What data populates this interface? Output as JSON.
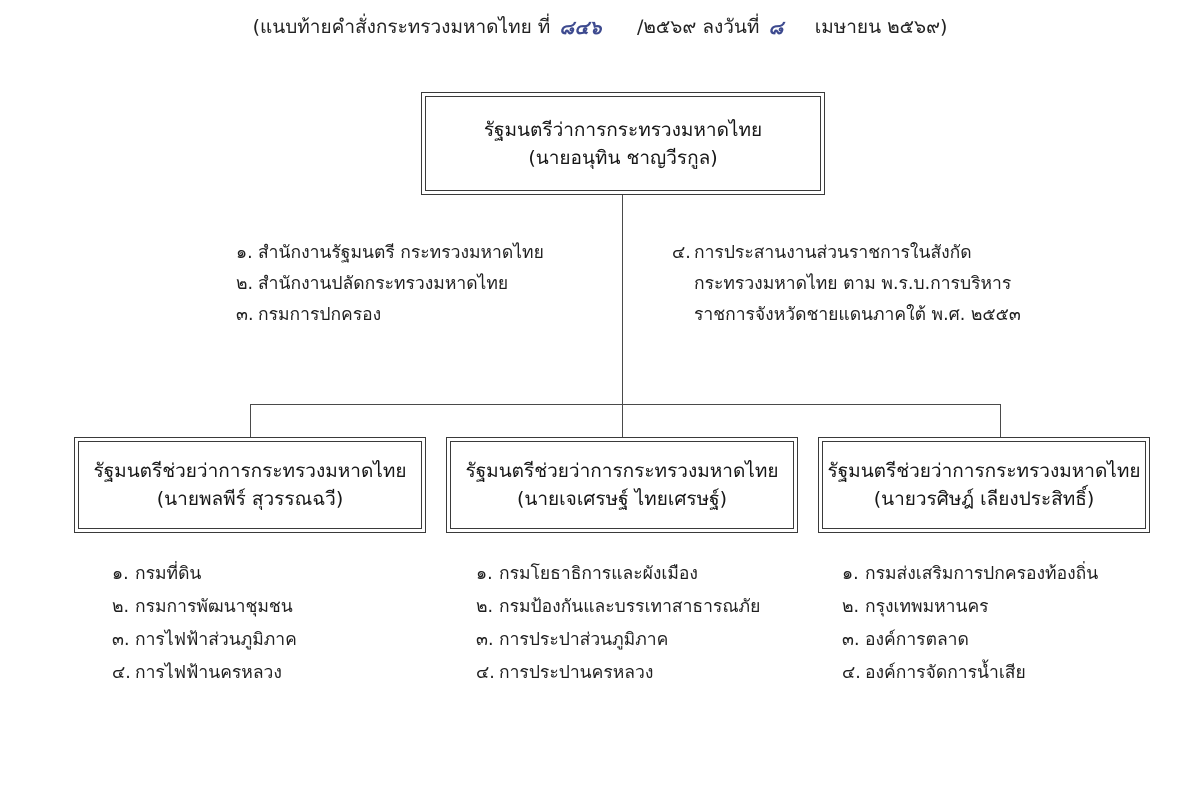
{
  "document": {
    "header": {
      "prefix": "(แนบท้ายคำสั่งกระทรวงมหาดไทย ที่",
      "order_number": "๘๔๖",
      "year_separator": "/๒๕๖๙",
      "date_label": "ลงวันที่",
      "day": "๘",
      "month": "เมษายน",
      "year": "๒๕๖๙)",
      "ink_color": "#3d4a8f"
    }
  },
  "chart_data": {
    "type": "diagram",
    "title": "โครงสร้างการมอบหมายงานกระทรวงมหาดไทย",
    "nodes": [
      {
        "id": "minister",
        "level": 0,
        "title": "รัฐมนตรีว่าการกระทรวงมหาดไทย",
        "person": "(นายอนุทิน ชาญวีรกูล)"
      },
      {
        "id": "deputy-1",
        "level": 1,
        "title": "รัฐมนตรีช่วยว่าการกระทรวงมหาดไทย",
        "person": "(นายพลพีร์  สุวรรณฉวี)"
      },
      {
        "id": "deputy-2",
        "level": 1,
        "title": "รัฐมนตรีช่วยว่าการกระทรวงมหาดไทย",
        "person": "(นายเจเศรษฐ์  ไทยเศรษฐ์)"
      },
      {
        "id": "deputy-3",
        "level": 1,
        "title": "รัฐมนตรีช่วยว่าการกระทรวงมหาดไทย",
        "person": "(นายวรศิษฎ์  เลียงประสิทธิ์)"
      }
    ],
    "edges": [
      {
        "from": "minister",
        "to": "deputy-1"
      },
      {
        "from": "minister",
        "to": "deputy-2"
      },
      {
        "from": "minister",
        "to": "deputy-3"
      }
    ]
  },
  "minister_notes_left": [
    {
      "num": "๑.",
      "text": "สำนักงานรัฐมนตรี กระทรวงมหาดไทย"
    },
    {
      "num": "๒.",
      "text": "สำนักงานปลัดกระทรวงมหาดไทย"
    },
    {
      "num": "๓.",
      "text": "กรมการปกครอง"
    }
  ],
  "minister_notes_right": [
    {
      "num": "๔.",
      "text": "การประสานงานส่วนราชการในสังกัด",
      "line2": "กระทรวงมหาดไทย ตาม พ.ร.บ.การบริหาร",
      "line3": "ราชการจังหวัดชายแดนภาคใต้ พ.ศ. ๒๕๕๓"
    }
  ],
  "dept_list_1": [
    {
      "num": "๑.",
      "text": "กรมที่ดิน"
    },
    {
      "num": "๒.",
      "text": "กรมการพัฒนาชุมชน"
    },
    {
      "num": "๓.",
      "text": "การไฟฟ้าส่วนภูมิภาค"
    },
    {
      "num": "๔.",
      "text": "การไฟฟ้านครหลวง"
    }
  ],
  "dept_list_2": [
    {
      "num": "๑.",
      "text": "กรมโยธาธิการและผังเมือง"
    },
    {
      "num": "๒.",
      "text": "กรมป้องกันและบรรเทาสาธารณภัย"
    },
    {
      "num": "๓.",
      "text": "การประปาส่วนภูมิภาค"
    },
    {
      "num": "๔.",
      "text": "การประปานครหลวง"
    }
  ],
  "dept_list_3": [
    {
      "num": "๑.",
      "text": "กรมส่งเสริมการปกครองท้องถิ่น"
    },
    {
      "num": "๒.",
      "text": "กรุงเทพมหานคร"
    },
    {
      "num": "๓.",
      "text": "องค์การตลาด"
    },
    {
      "num": "๔.",
      "text": "องค์การจัดการน้ำเสีย"
    }
  ]
}
